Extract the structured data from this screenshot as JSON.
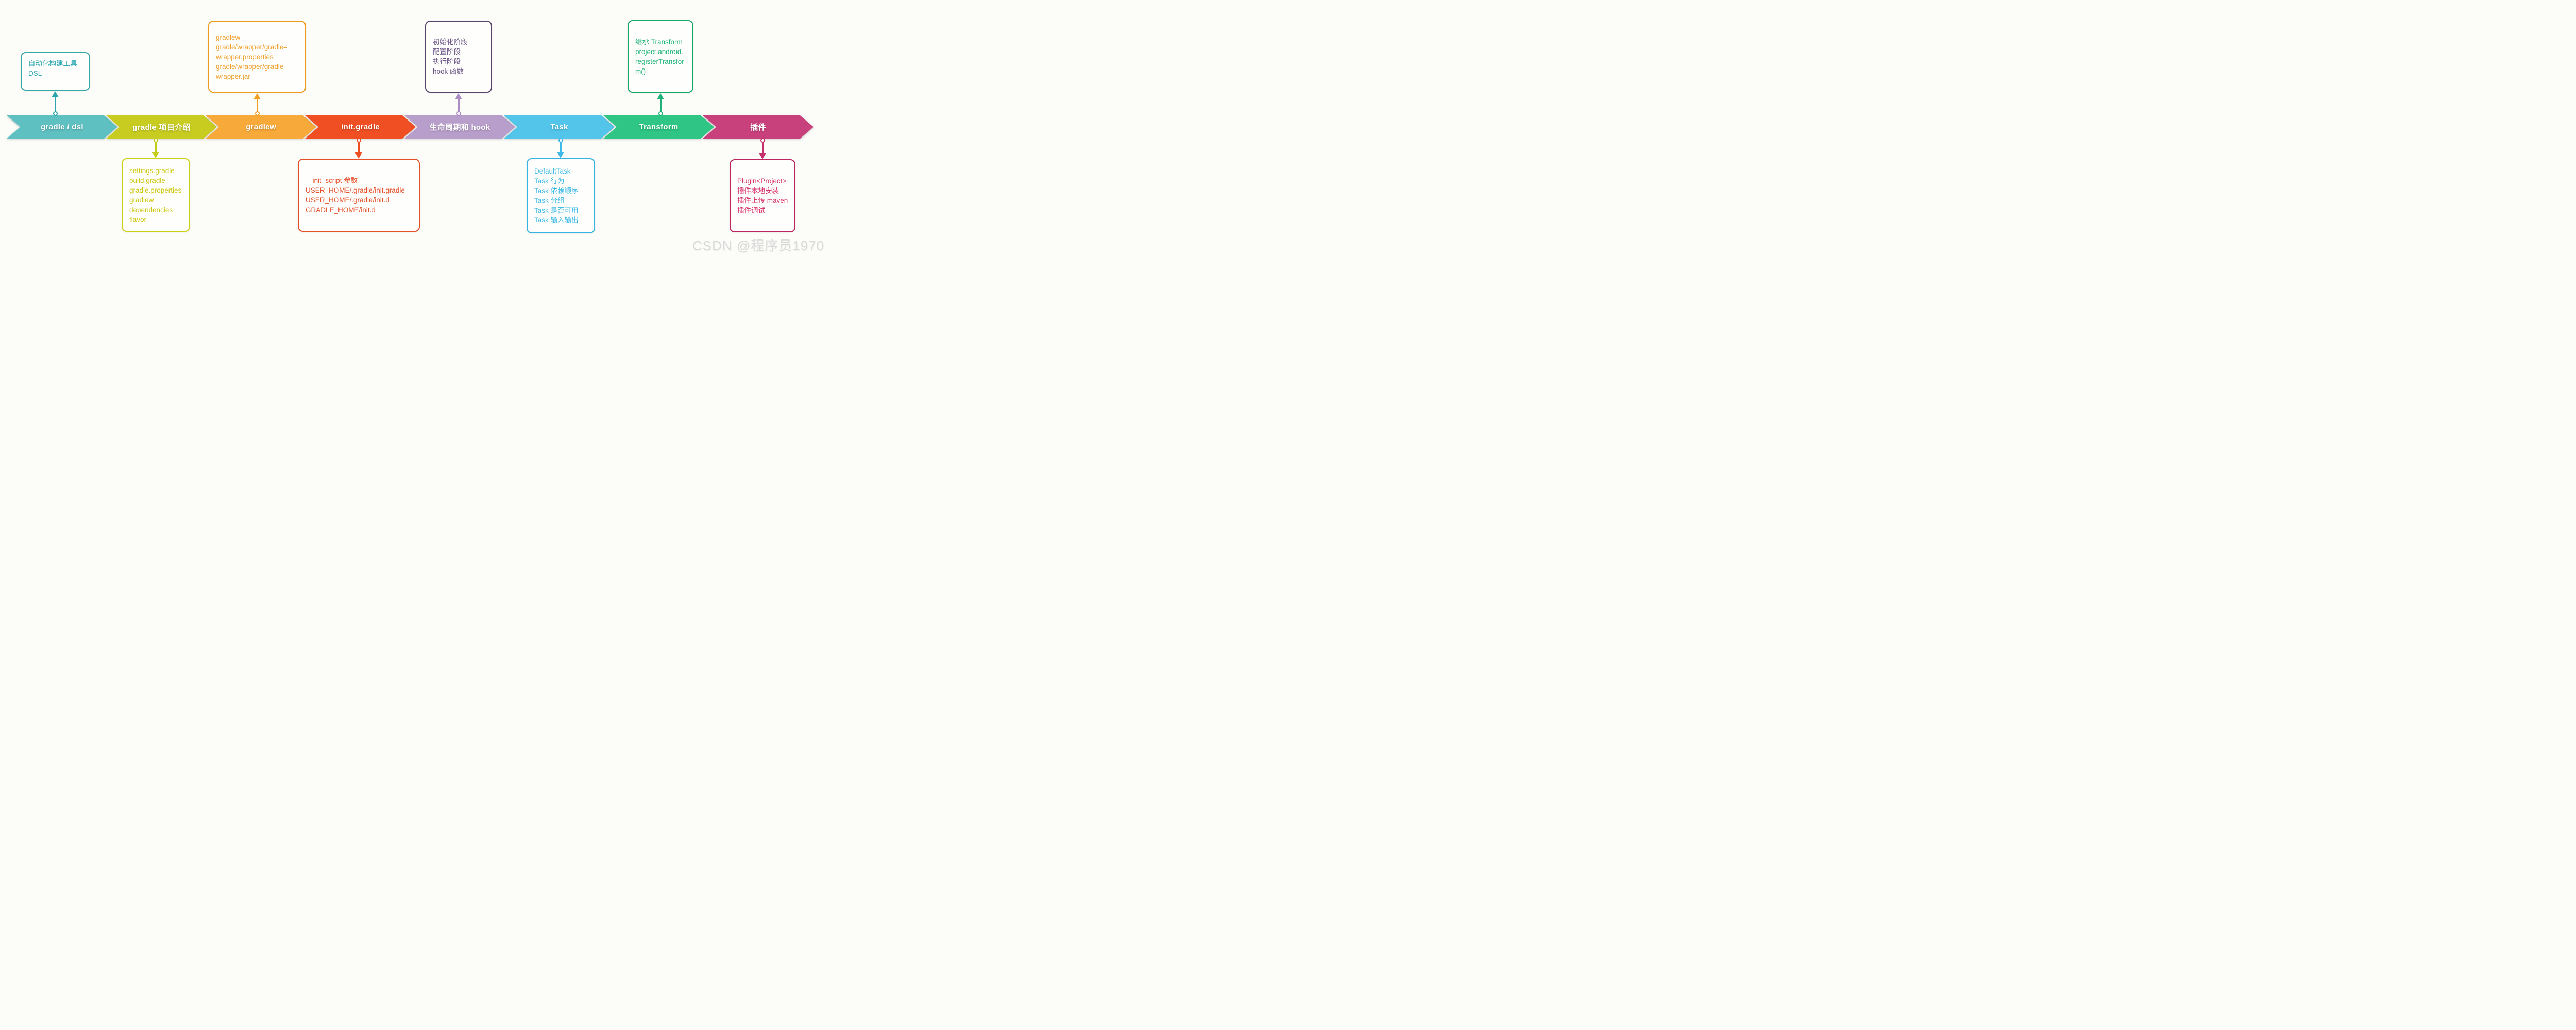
{
  "background_color": "#fcfcf9",
  "watermark": {
    "text": "CSDN @程序员1970",
    "color": "#dadada"
  },
  "stages": [
    {
      "label": "gradle / dsl",
      "chevron_color": "#5fc0c1",
      "box_border_color": "#35a9aa",
      "box_text_color": "#2ea8b0",
      "connector_color": "#2aa5ad",
      "box_position": "above",
      "box_lines": [
        "自动化构建工具",
        "DSL"
      ]
    },
    {
      "label": "gradle 项目介绍",
      "chevron_color": "#c8cc20",
      "box_border_color": "#ccd019",
      "box_text_color": "#cfc813",
      "connector_color": "#c3cc16",
      "box_position": "below",
      "box_lines": [
        "settings.gradle",
        "build.gradle",
        "gradle.properties",
        "gradlew",
        "dependencies",
        "flavor"
      ]
    },
    {
      "label": "gradlew",
      "chevron_color": "#f7a93a",
      "box_border_color": "#ef9c1d",
      "box_text_color": "#f0a02c",
      "connector_color": "#f39d1f",
      "box_position": "above",
      "box_lines": [
        "gradlew",
        "gradle/wrapper/gradle–",
        "wrapper.properties",
        "gradle/wrapper/gradle–",
        "wrapper.jar"
      ]
    },
    {
      "label": "init.gradle",
      "chevron_color": "#f04f23",
      "box_border_color": "#e74f26",
      "box_text_color": "#e4512b",
      "connector_color": "#ee4f22",
      "box_position": "below",
      "box_lines": [
        "—init–script 参数",
        "USER_HOME/.gradle/init.gradle",
        "USER_HOME/.gradle/init.d",
        "GRADLE_HOME/init.d"
      ]
    },
    {
      "label": "生命周期和 hook",
      "chevron_color": "#b89ecb",
      "box_border_color": "#57446a",
      "box_text_color": "#6b5687",
      "connector_color": "#ab8cc3",
      "box_position": "above",
      "box_lines": [
        "初始化阶段",
        "配置阶段",
        "执行阶段",
        "hook 函数"
      ]
    },
    {
      "label": "Task",
      "chevron_color": "#53c5ea",
      "box_border_color": "#35b3e3",
      "box_text_color": "#3fbbe5",
      "connector_color": "#3fb9e6",
      "box_position": "below",
      "box_lines": [
        "DefaultTask",
        "Task 行为",
        "Task 依赖顺序",
        "Task 分组",
        "Task 是否可用",
        "Task 输入输出"
      ]
    },
    {
      "label": "Transform",
      "chevron_color": "#2fc584",
      "box_border_color": "#16a866",
      "box_text_color": "#1db378",
      "connector_color": "#1db378",
      "box_position": "above",
      "box_lines": [
        "继承 Transform",
        "project.android.",
        "registerTransfor",
        "m()"
      ]
    },
    {
      "label": "插件",
      "chevron_color": "#c8407c",
      "box_border_color": "#bd2460",
      "box_text_color": "#d93570",
      "connector_color": "#c42f6c",
      "box_position": "below",
      "box_lines": [
        "Plugin<Project>",
        "插件本地安装",
        "插件上传 maven",
        "插件调试"
      ]
    }
  ]
}
